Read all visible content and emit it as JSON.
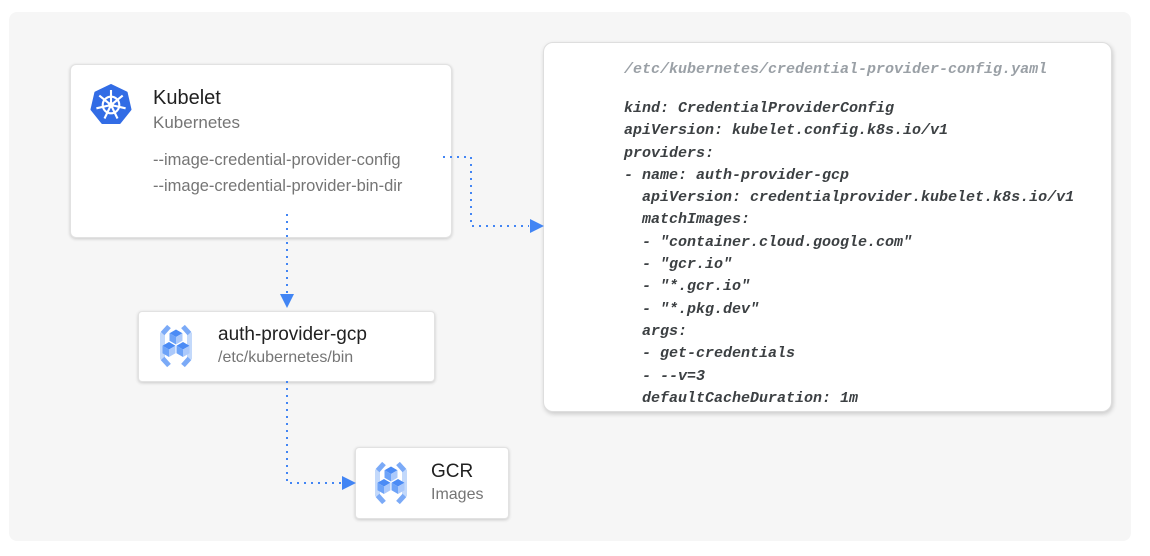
{
  "colors": {
    "page_bg": "#ffffff",
    "panel_bg": "#f6f6f6",
    "arrow_blue": "#4285f4",
    "kubernetes_blue": "#326ce5",
    "title_text": "#212121",
    "subtitle_text": "#757575",
    "code_comment": "#9aa0a6",
    "code_text": "#3c4043",
    "gcr_bracket_light": "#c3d9fb",
    "gcr_bracket_dark": "#7baaf7"
  },
  "nodes": {
    "kubelet": {
      "title": "Kubelet",
      "subtitle": "Kubernetes",
      "icon": "kubernetes-helm-icon",
      "flags": [
        "--image-credential-provider-config",
        "--image-credential-provider-bin-dir"
      ]
    },
    "auth_provider": {
      "title": "auth-provider-gcp",
      "subtitle": "/etc/kubernetes/bin",
      "icon": "gcr-icon"
    },
    "gcr": {
      "title": "GCR",
      "subtitle": "Images",
      "icon": "gcr-icon"
    }
  },
  "code_panel": {
    "file_path": "/etc/kubernetes/credential-provider-config.yaml",
    "lines": [
      "kind: CredentialProviderConfig",
      "apiVersion: kubelet.config.k8s.io/v1",
      "providers:",
      "- name: auth-provider-gcp",
      "  apiVersion: credentialprovider.kubelet.k8s.io/v1",
      "  matchImages:",
      "  - \"container.cloud.google.com\"",
      "  - \"gcr.io\"",
      "  - \"*.gcr.io\"",
      "  - \"*.pkg.dev\"",
      "  args:",
      "  - get-credentials",
      "  - --v=3",
      "  defaultCacheDuration: 1m"
    ]
  },
  "edges": [
    {
      "from": "kubelet-flag-config",
      "to": "code-panel",
      "style": "dotted-blue-arrow"
    },
    {
      "from": "kubelet",
      "to": "auth-provider-gcp",
      "style": "dotted-blue-arrow"
    },
    {
      "from": "auth-provider-gcp",
      "to": "gcr",
      "style": "dotted-blue-arrow"
    }
  ]
}
